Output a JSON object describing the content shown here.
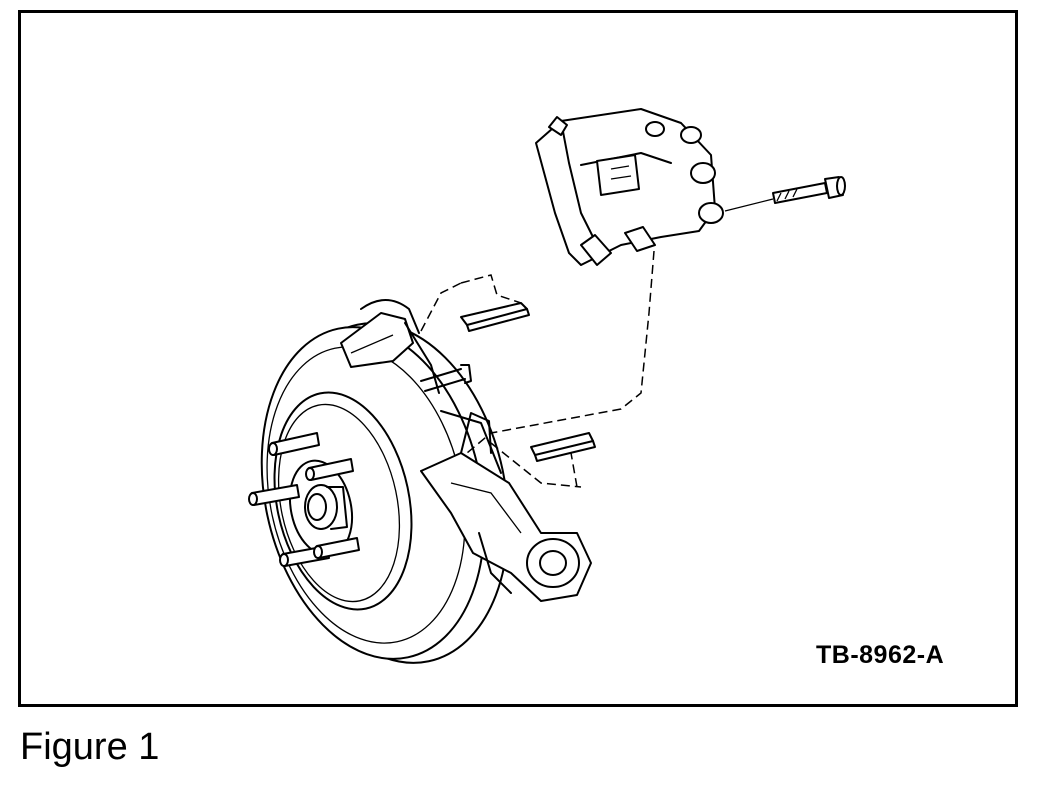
{
  "figure": {
    "code": "TB-8962-A",
    "caption": "Figure 1"
  },
  "icons": {
    "illustration": "brake-assembly-exploded-diagram"
  }
}
